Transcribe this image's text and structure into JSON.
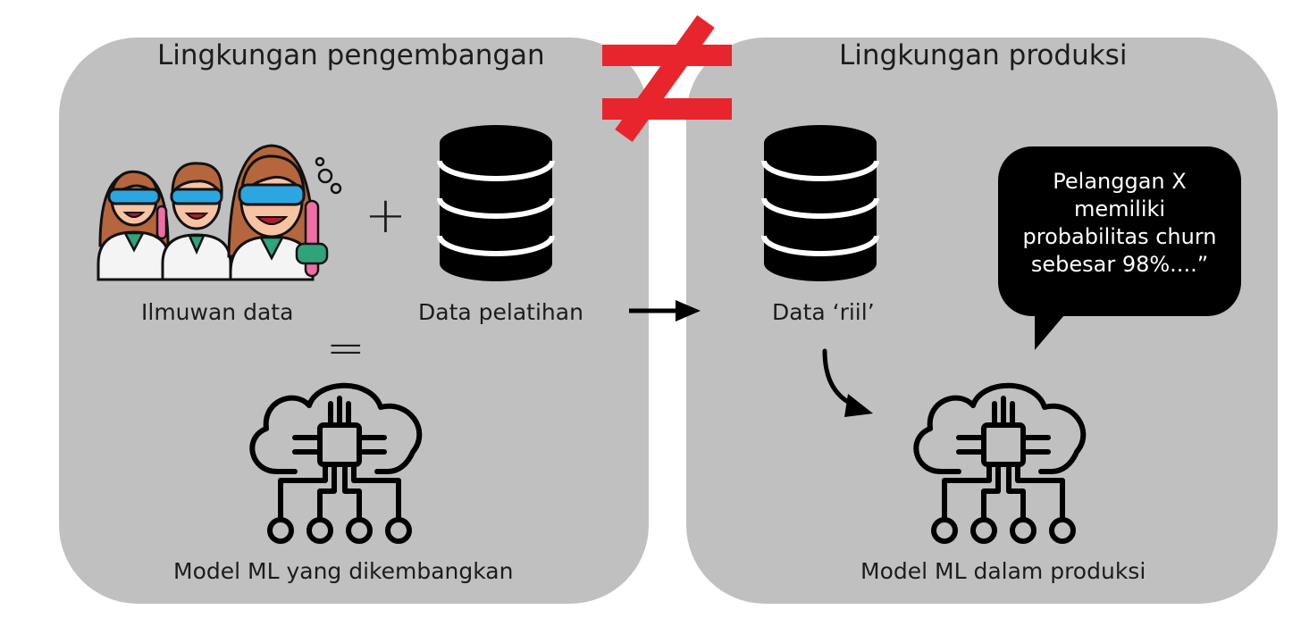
{
  "dev": {
    "title": "Lingkungan pengembangan",
    "scientists_label": "Ilmuwan data",
    "training_label": "Data pelatihan",
    "model_label": "Model ML yang dikembangkan",
    "plus_symbol": "+",
    "equals_symbol": "="
  },
  "prod": {
    "title": "Lingkungan produksi",
    "real_data_label": "Data ‘riil’",
    "model_label": "Model ML dalam produksi",
    "bubble_lines": [
      "Pelanggan X",
      "memiliki",
      "probabilitas churn",
      "sebesar 98%....”"
    ]
  },
  "colors": {
    "panel": "#c0c0c0",
    "not_equal": "#e8252c",
    "ink": "#000000"
  },
  "icons": {
    "not_equal": "not-equal-icon",
    "scientists": "data-scientists-icon",
    "database": "database-icon",
    "ml_model": "cloud-chip-icon",
    "arrow": "arrow-right-icon",
    "curved_arrow": "curved-arrow-icon"
  }
}
